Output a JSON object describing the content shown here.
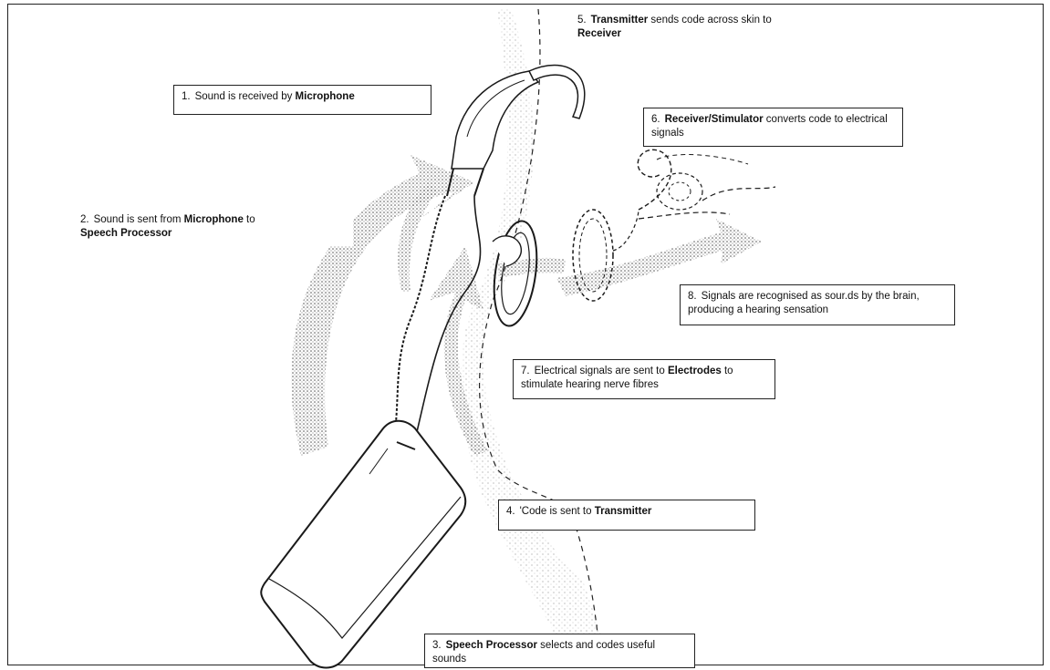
{
  "labels": [
    {
      "id": "step1",
      "parts": [
        "1.",
        "Sound is received by ",
        "Microphone",
        ""
      ]
    },
    {
      "id": "step2",
      "parts": [
        "2.",
        "Sound is sent from ",
        "Microphone",
        " to "
      ],
      "extra_bold": "Speech Processor"
    },
    {
      "id": "step3",
      "parts": [
        "3.",
        "",
        "Speech Processor",
        " selects and codes useful sounds"
      ]
    },
    {
      "id": "step4",
      "parts": [
        "4.",
        "'Code is sent to ",
        "Transmitter",
        ""
      ]
    },
    {
      "id": "step5",
      "parts": [
        "5.",
        "",
        "Transmitter",
        " sends code across skin to "
      ],
      "extra_bold": "Receiver"
    },
    {
      "id": "step6",
      "parts": [
        "6.",
        "",
        "Receiver/Stimulator",
        " converts code to electrical signals"
      ]
    },
    {
      "id": "step7",
      "parts": [
        "7.",
        "Electrical signals are sent to ",
        "Electrodes",
        " to stimulate hearing nerve fibres"
      ]
    },
    {
      "id": "step8",
      "parts": [
        "8.",
        "Signals are recognised as sour.ds by the brain, producing a hearing sensation",
        "",
        ""
      ]
    }
  ],
  "colors": {
    "line": "#1a1a1a",
    "stipple": "#777777",
    "background": "#ffffff"
  }
}
